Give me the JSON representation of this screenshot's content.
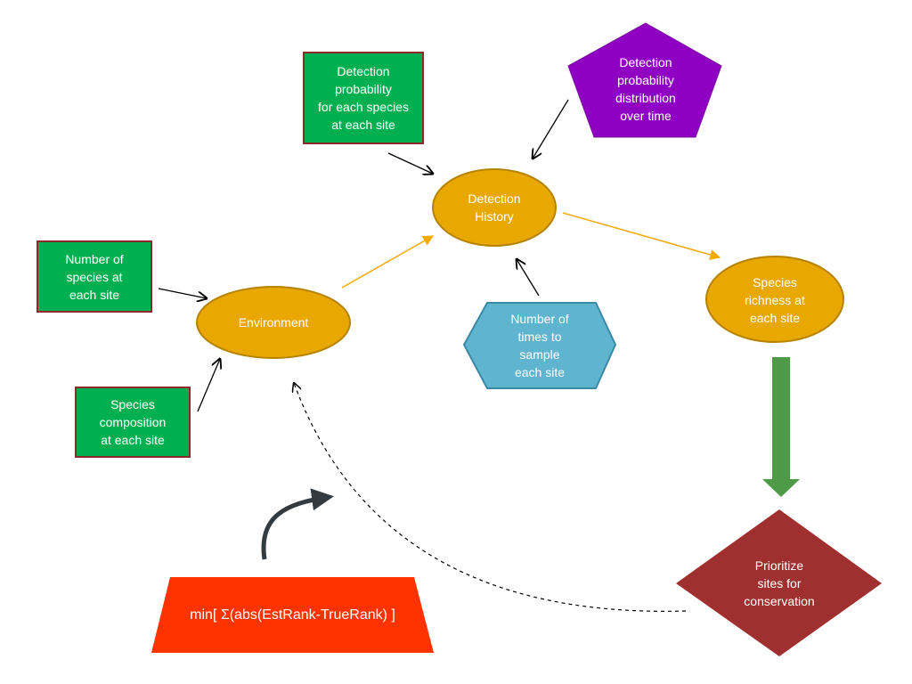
{
  "colors": {
    "green_box": "#00b050",
    "green_box_border": "#a0262e",
    "ellipse": "#e8a800",
    "ellipse_border": "#b58300",
    "purple": "#8f00c3",
    "hexagon": "#5fb4cf",
    "hexagon_border": "#3a8aa5",
    "diamond": "#a0302f",
    "trapezoid": "#ff3300",
    "green_arrow": "#4e9a46",
    "orange_arrow": "#f2a900",
    "black_arrow": "#000000"
  },
  "nodes": {
    "detection_probability_species": "Detection\nprobability\nfor each species\nat each site",
    "detection_probability_distribution": "Detection\nprobability\ndistribution\nover time",
    "detection_history": "Detection\nHistory",
    "number_of_species": "Number of\nspecies at\neach site",
    "environment": "Environment",
    "species_composition": "Species\ncomposition\nat each site",
    "number_of_times": "Number of\ntimes to\nsample\neach site",
    "species_richness": "Species\nrichness at\neach site",
    "prioritize_sites": "Prioritize\nsites for\nconservation",
    "objective_formula": "min[ Σ(abs(EstRank-TrueRank) ]"
  }
}
